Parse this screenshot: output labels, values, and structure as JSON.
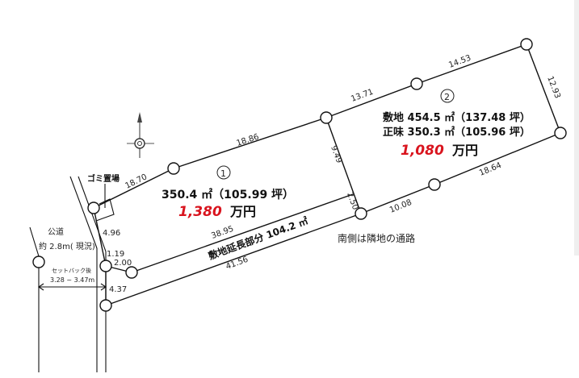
{
  "diagram": {
    "type": "land-plot-survey",
    "compass": "north-arrow-icon",
    "lot1": {
      "number": "①",
      "area": "350.4 ㎡（105.99 坪）",
      "price_value": "1,380",
      "price_unit": "万円"
    },
    "lot2": {
      "number": "②",
      "site_area": "敷地 454.5 ㎡（137.48 坪）",
      "net_area": "正味 350.3 ㎡（105.96 坪）",
      "price_value": "1,080",
      "price_unit": "万円"
    },
    "flag_pole": {
      "label": "敷地延長部分 104.2 ㎡"
    },
    "labels": {
      "garbage": "ゴミ置場",
      "public_road": "公道",
      "road_width": "約 2.8m( 現況)",
      "setback_title": "セットバック後",
      "setback_range": "3.28 ~ 3.47m",
      "south_note": "南側は隣地の通路"
    },
    "dimensions": {
      "d1870": "18.70",
      "d1886": "18.86",
      "d1371": "13.71",
      "d1453": "14.53",
      "d1293": "12.93",
      "d1864": "18.64",
      "d1008": "10.08",
      "d949": "9.49",
      "d250": "2.50",
      "d3895": "38.95",
      "d4156": "41.56",
      "d496": "4.96",
      "d119": "1.19",
      "d200": "2.00",
      "d437": "4.37"
    },
    "colors": {
      "line": "#111111",
      "price": "#d9141e",
      "background": "#ffffff"
    }
  }
}
